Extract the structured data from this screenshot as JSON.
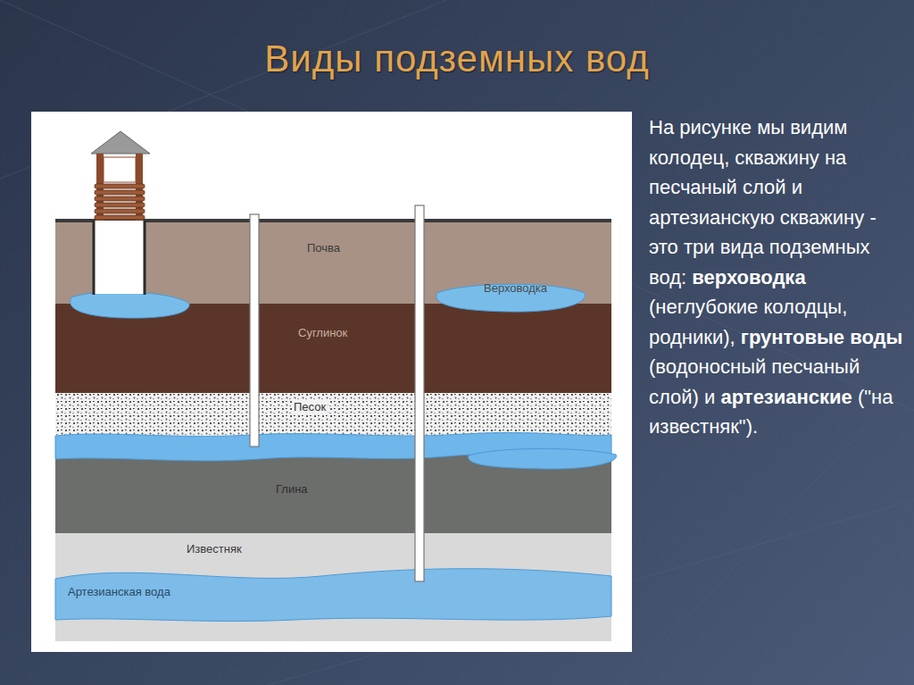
{
  "diagram": {
    "title": "Виды подземных вод",
    "nodes": [
      {
        "text": [
          "Почва"
        ]
      },
      {
        "text": [
          "Верховодка"
        ]
      },
      {
        "text": [
          "Суглинок"
        ]
      },
      {
        "text": [
          "Песок"
        ]
      },
      {
        "text": [
          "Глина"
        ]
      },
      {
        "text": [
          "Известняк"
        ]
      },
      {
        "text": [
          "Артезианская вода"
        ]
      }
    ],
    "edges": [],
    "labels": [
      "На рисунке мы видим колодец, скважину на песчаный слой и артезианскую скважину - это три вида подземных вод:",
      "верховодка",
      "(неглубокие колодцы, родники),",
      "грунтовые воды",
      "(водоносный песчаный слой) и",
      "артезианские",
      "(\"на известняк\")."
    ]
  }
}
